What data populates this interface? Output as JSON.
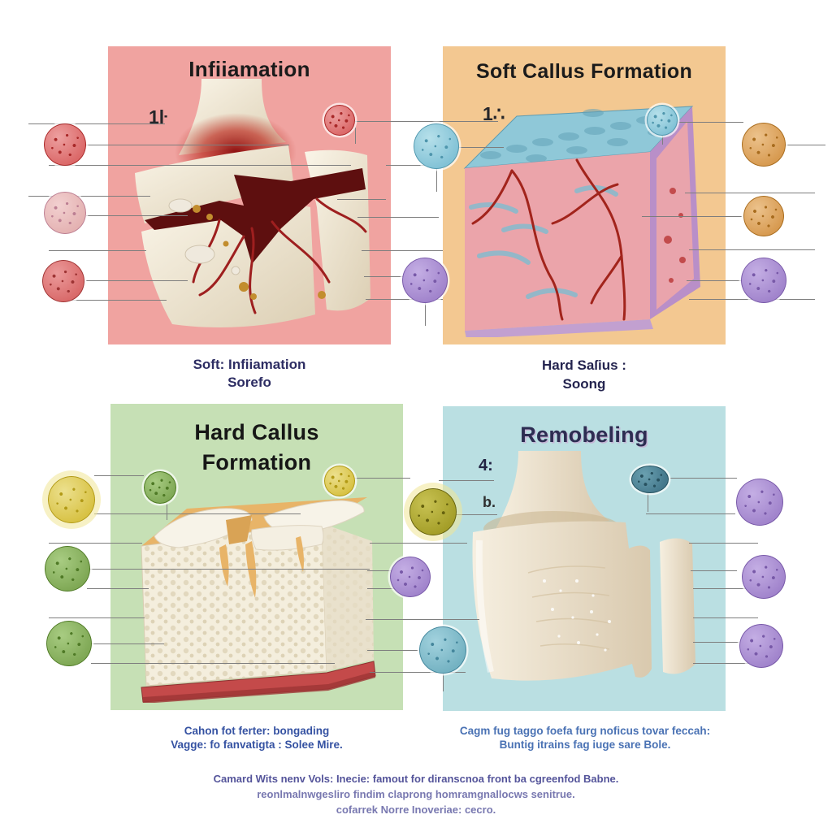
{
  "page": {
    "background": "#ffffff"
  },
  "panels": [
    {
      "id": "inflammation",
      "title": "Infiiamation",
      "bg": "#f0a3a0",
      "label": "1ŀ",
      "caption_line1": "Soft: Infiiamation",
      "caption_line2": "Sorefo"
    },
    {
      "id": "soft-callus-formation",
      "title": "Soft Callus Formation",
      "bg": "#f3c891",
      "label": "1∴",
      "caption_line1": "Hard Saſius :",
      "caption_line2": "Soong"
    },
    {
      "id": "hard-callus-formation",
      "title_line1": "Hard Callus",
      "title_line2": "Formation",
      "bg": "#c6e0b5",
      "caption_line1": "Cahon fot ferter: bongading",
      "caption_line2": "Vagge: fo fanvatigta : Solee Mire."
    },
    {
      "id": "remodeling",
      "title": "Remobeling",
      "bg": "#badfe2",
      "label_a": "4:",
      "label_b": "b.",
      "caption_line1": "Cagm fug taggo foefa furg noficus tovar feccah:",
      "caption_line2": "Buntig itrains fag iuge sare Bole."
    }
  ],
  "footer": {
    "line1": "Camard Wits nenv Vols: Inecie: famout for diranscnoa front ba cgreenfod Babne.",
    "line2": "reonlmalnwgesliro findim claprong homramgnallocws senitrue.",
    "line3": "cofarrek Norre Inoveriae: cecro."
  },
  "colors": {
    "leader_line": "#7e7e7e",
    "cells": {
      "red": "#db6868",
      "pink": "#e4b2b2",
      "blue": "#82c2d6",
      "purple": "#a184cc",
      "orange": "#d79a50",
      "yellow": "#d8c244",
      "green": "#7fa855",
      "olive": "#a49e28",
      "teal": "#74b2c2",
      "dark_teal": "#44788c"
    }
  }
}
